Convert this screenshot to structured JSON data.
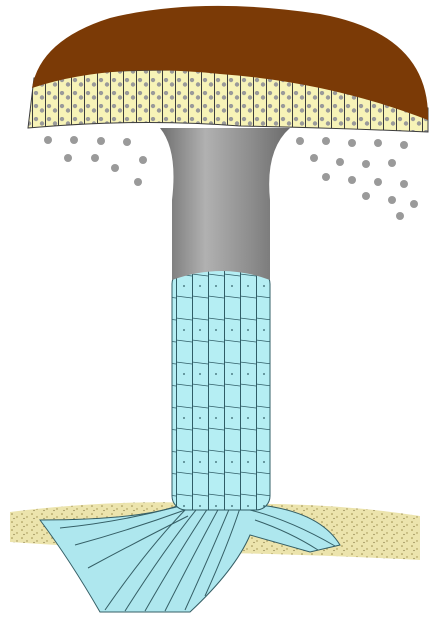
{
  "colors": {
    "background": "#ffffff",
    "cap": "#7b3a06",
    "gills": "#f7f3b7",
    "gill_lines": "#3c3c3c",
    "spores": "#9a9a9a",
    "stem_upper": "#8a8a8a",
    "stem_lower": "#b5eef3",
    "stem_lines": "#2f5d66",
    "soil": "#ece4ad",
    "soil_speckle": "#9a8b4a",
    "mycelium": "#aee7ee",
    "mycelium_lines": "#355f66"
  },
  "parts": [
    "cap",
    "gills",
    "spores",
    "stem-upper",
    "stem-lower",
    "soil",
    "mycelium"
  ]
}
